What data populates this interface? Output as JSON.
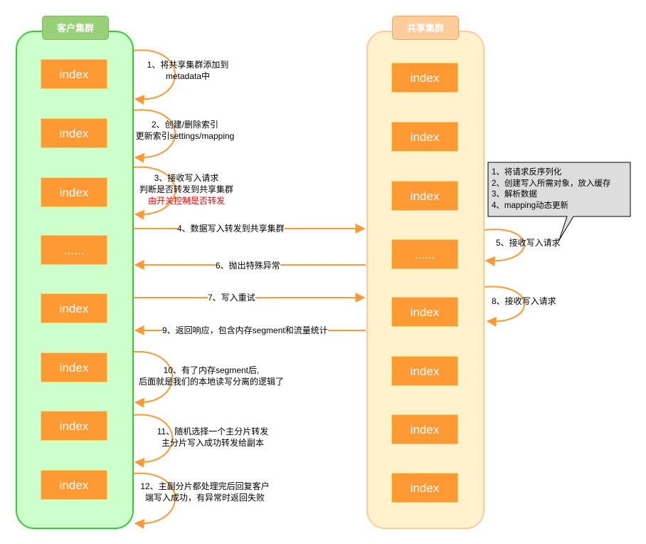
{
  "client_cluster": {
    "title": "客户集群",
    "nodes": [
      "index",
      "index",
      "index",
      "......",
      "index",
      "index",
      "index",
      "index"
    ]
  },
  "shared_cluster": {
    "title": "共享集群",
    "nodes": [
      "index",
      "index",
      "index",
      "......",
      "index",
      "index",
      "index",
      "index"
    ]
  },
  "steps": {
    "s1": [
      "1、将共享集群添加到",
      "metadata中"
    ],
    "s2": [
      "2、创建/删除索引",
      "更新索引settings/mapping"
    ],
    "s3": [
      "3、接收写入请求",
      "判断是否转发到共享集群",
      "由开关控制是否转发"
    ],
    "s4": "4、数据写入转发到共享集群",
    "s5": "5、接收写入请求",
    "s6": "6、抛出特殊异常",
    "s7": "7、写入重试",
    "s8": "8、接收写入请求",
    "s9": "9、返回响应，包含内存segment和流量统计",
    "s10": [
      "10、有了内存segment后,",
      "后面就是我们的本地读写分离的逻辑了"
    ],
    "s11": [
      "11、随机选择一个主分片转发",
      "主分片写入成功转发给副本"
    ],
    "s12": [
      "12、主副分片都处理完后回复客户",
      "端写入成功，有异常时返回失败"
    ]
  },
  "callout": [
    "1、将请求反序列化",
    "2、创建写入所需对象，放入缓存",
    "3、解析数据",
    "4、mapping动态更新"
  ],
  "colors": {
    "arrow": "#ff9933",
    "client_fill": "#ccffcc",
    "client_stroke": "#33cc33",
    "shared_fill": "#fff2cc",
    "shared_stroke": "#ffcc99",
    "node_fill": "#ff9933",
    "callout_fill": "#dddddd",
    "highlight_text": "#ff0000"
  }
}
